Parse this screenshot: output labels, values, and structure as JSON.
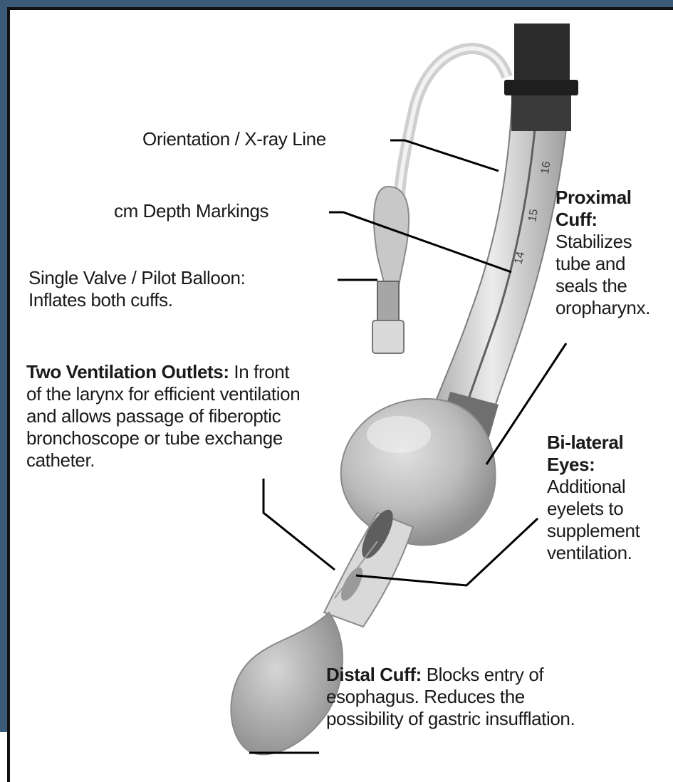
{
  "colors": {
    "frame": "#3a5a78",
    "border": "#111111",
    "cuff": "#bdbdbd",
    "tube": "#d8d8d8",
    "connector": "#2b2b2b",
    "leader": "#000000"
  },
  "labels": {
    "orientation": "Orientation / X-ray Line",
    "depth": "cm Depth Markings",
    "valve_title": "Single Valve / Pilot Balloon:",
    "valve_desc": "Inflates both cuffs.",
    "proximal_title_1": "Proximal",
    "proximal_title_2": "Cuff:",
    "proximal_desc": [
      "Stabilizes",
      "tube and",
      "seals the",
      "oropharynx."
    ],
    "outlets_title": "Two Ventilation Outlets:",
    "outlets_desc_first": "In front",
    "outlets_desc": [
      "of the larynx for efficient ventilation",
      "and allows passage of fiberoptic",
      "bronchoscope or tube exchange",
      "catheter."
    ],
    "bilateral_title_1": "Bi-lateral",
    "bilateral_title_2": "Eyes:",
    "bilateral_desc": [
      "Additional",
      "eyelets to",
      "supplement",
      "ventilation."
    ],
    "distal_title": "Distal Cuff:",
    "distal_desc_first": "Blocks entry of",
    "distal_desc": [
      "esophagus.  Reduces the",
      "possibility of gastric insufflation."
    ]
  },
  "tube_markings": [
    "16",
    "15",
    "14"
  ]
}
